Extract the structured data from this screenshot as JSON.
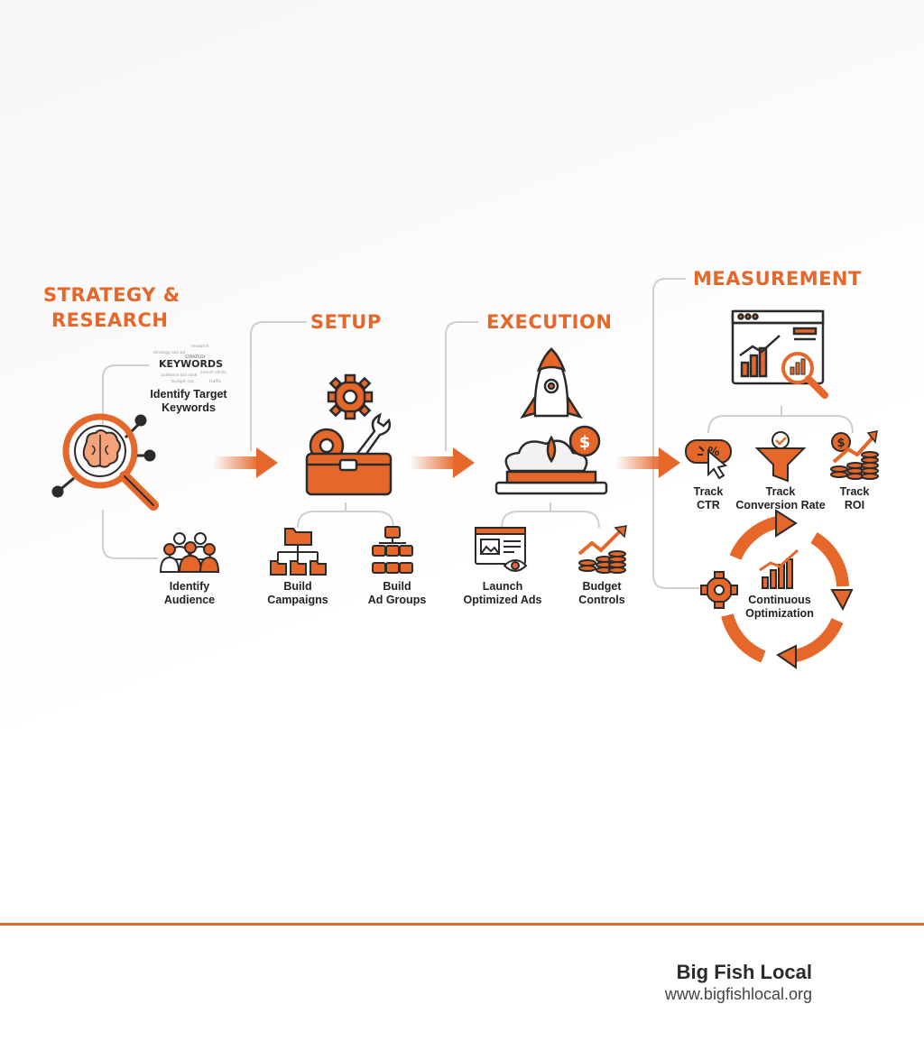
{
  "stages": {
    "strategy": {
      "title_line1": "STRATEGY &",
      "title_line2": "RESEARCH",
      "keywords_cloud": "KEYWORDS",
      "item1": [
        "Identify Target",
        "Keywords"
      ],
      "item2": [
        "Identify",
        "Audience"
      ]
    },
    "setup": {
      "title": "SETUP",
      "item1": [
        "Build",
        "Campaigns"
      ],
      "item2": [
        "Build",
        "Ad Groups"
      ]
    },
    "execution": {
      "title": "EXECUTION",
      "item1": [
        "Launch",
        "Optimized Ads"
      ],
      "item2": [
        "Budget",
        "Controls"
      ]
    },
    "measurement": {
      "title": "MEASUREMENT",
      "item1": [
        "Track",
        "CTR"
      ],
      "item2": [
        "Track",
        "Conversion Rate"
      ],
      "item3": [
        "Track",
        "ROI"
      ],
      "loop": [
        "Continuous",
        "Optimization"
      ]
    }
  },
  "footer": {
    "brand": "Big Fish Local",
    "url": "www.bigfishlocal.org"
  },
  "colors": {
    "accent": "#e5672a",
    "dark": "#2b2b2b",
    "connector": "#cccccc"
  }
}
